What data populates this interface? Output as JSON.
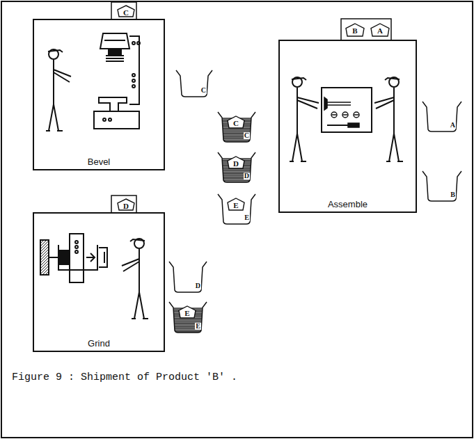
{
  "diagram": {
    "caption": "Figure 9 : Shipment of Product 'B' .",
    "nodes": [
      {
        "text": [
          "C"
        ]
      },
      {
        "text": [
          "Bevel"
        ]
      },
      {
        "text": [
          "C"
        ]
      },
      {
        "text": [
          "B"
        ]
      },
      {
        "text": [
          "A"
        ]
      },
      {
        "text": [
          "C"
        ]
      },
      {
        "text": [
          "C"
        ],
        "in": 5
      },
      {
        "text": [
          "Assemble"
        ]
      },
      {
        "text": [
          "A"
        ]
      },
      {
        "text": [
          "D"
        ]
      },
      {
        "text": [
          "D"
        ],
        "in": 9
      },
      {
        "text": [
          "B"
        ]
      },
      {
        "text": [
          "E"
        ]
      },
      {
        "text": [
          "E"
        ],
        "in": 12
      },
      {
        "text": [
          "D"
        ]
      },
      {
        "text": [
          "Grind"
        ]
      },
      {
        "text": [
          "D"
        ]
      },
      {
        "text": [
          "E"
        ]
      },
      {
        "text": [
          "E"
        ],
        "in": 17
      }
    ]
  }
}
